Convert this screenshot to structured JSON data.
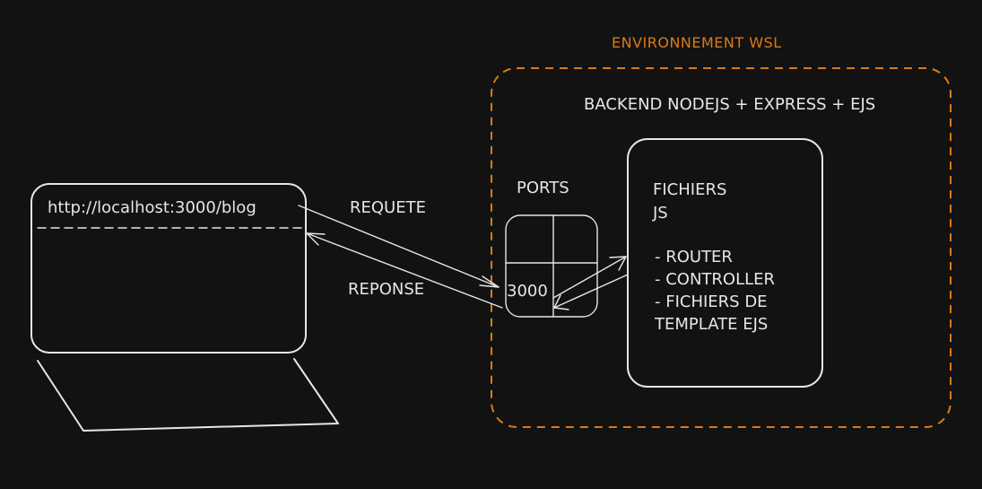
{
  "env": {
    "title": "ENVIRONNEMENT WSL",
    "color": "#d97a1a"
  },
  "backend": {
    "title": "BACKEND NODEJS + EXPRESS + EJS"
  },
  "ports": {
    "label": "PORTS",
    "port": "3000"
  },
  "files": {
    "title_line1": "FICHIERS",
    "title_line2": "JS",
    "items": [
      "- ROUTER",
      "- CONTROLLER",
      "- FICHIERS DE",
      "TEMPLATE EJS"
    ]
  },
  "laptop": {
    "url": "http://localhost:3000/blog"
  },
  "arrows": {
    "request": "REQUETE",
    "response": "REPONSE"
  }
}
